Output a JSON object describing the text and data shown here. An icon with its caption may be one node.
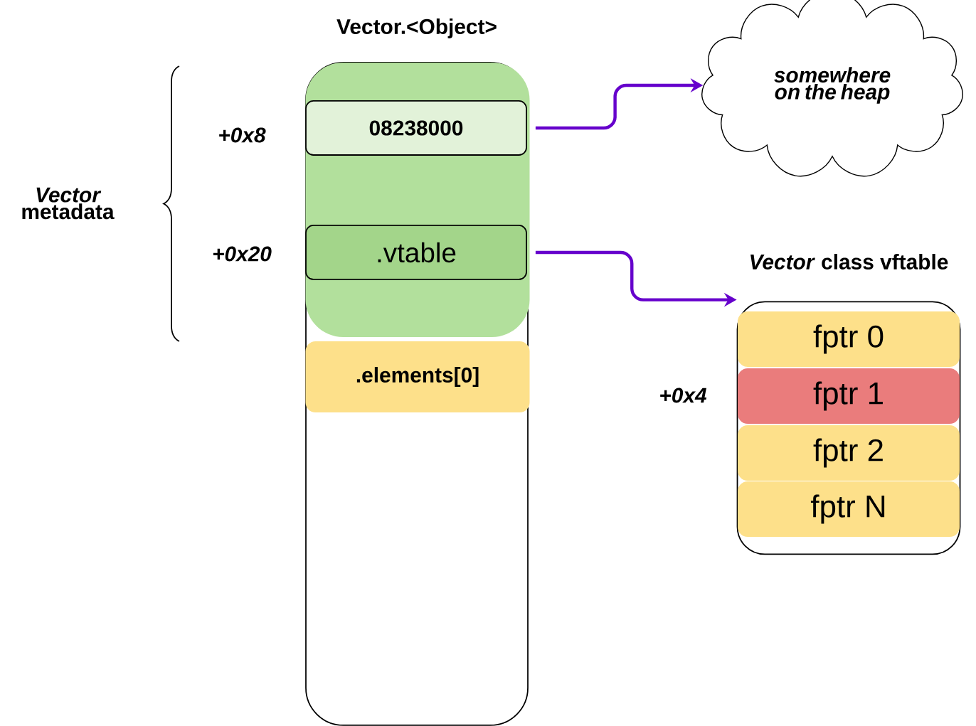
{
  "diagram": {
    "nodes": [
      {
        "text": [
          "Vector.<Object>"
        ]
      },
      {
        "text": [],
        "shape": "box",
        "in": 0
      },
      {
        "text": [
          "08238000"
        ],
        "in": 1
      },
      {
        "text": [
          ".vtable"
        ],
        "in": 1
      },
      {
        "text": [
          ".elements[0]"
        ],
        "in": 0
      },
      {
        "text": [
          "somewhere on the heap"
        ]
      },
      {
        "text": [
          "*Vector* class vftable"
        ]
      },
      {
        "text": [
          "fptr 0"
        ],
        "in": 6
      },
      {
        "text": [
          "fptr 1"
        ],
        "in": 6
      },
      {
        "text": [
          "fptr 2"
        ],
        "in": 6
      },
      {
        "text": [
          "fptr N"
        ],
        "in": 6
      }
    ],
    "edges": [
      {
        "from": 2,
        "to": 5,
        "arrow": "to"
      },
      {
        "from": 3,
        "to": 6,
        "arrow": "to"
      }
    ],
    "labels": [
      "+0x8",
      "+0x20",
      "*Vector* metadata",
      "+0x4"
    ]
  }
}
